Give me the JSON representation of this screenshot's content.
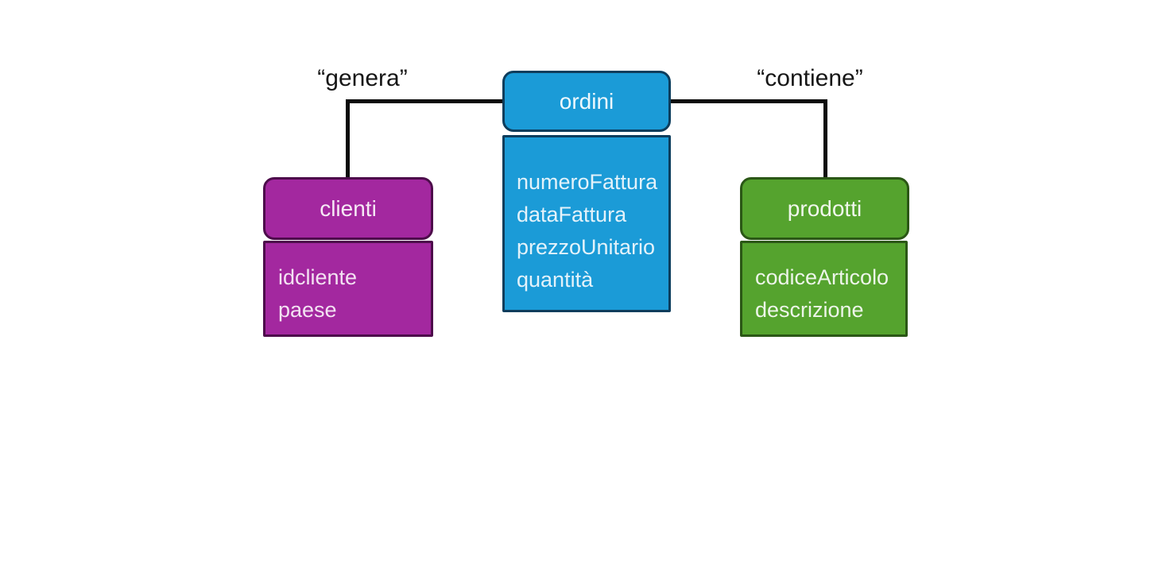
{
  "diagram": {
    "type": "entity-relationship",
    "background_color": "#ffffff",
    "connector_color": "#0c0c0c",
    "relationships": [
      {
        "label": "“genera”",
        "from": "clienti",
        "to": "ordini"
      },
      {
        "label": "“contiene”",
        "from": "ordini",
        "to": "prodotti"
      }
    ],
    "entities": [
      {
        "name": "clienti",
        "attributes": [
          "idcliente",
          "paese"
        ],
        "fill_color": "#a3289f",
        "border_color": "#4d0d4b",
        "text_color": "#f3e2f2"
      },
      {
        "name": "ordini",
        "attributes": [
          "numeroFattura",
          "dataFattura",
          "prezzoUnitario",
          "quantità"
        ],
        "fill_color": "#1b9bd7",
        "border_color": "#0e3d5c",
        "text_color": "#e3f2fa"
      },
      {
        "name": "prodotti",
        "attributes": [
          "codiceArticolo",
          "descrizione"
        ],
        "fill_color": "#55a32e",
        "border_color": "#2b5716",
        "text_color": "#edf5e9"
      }
    ]
  }
}
